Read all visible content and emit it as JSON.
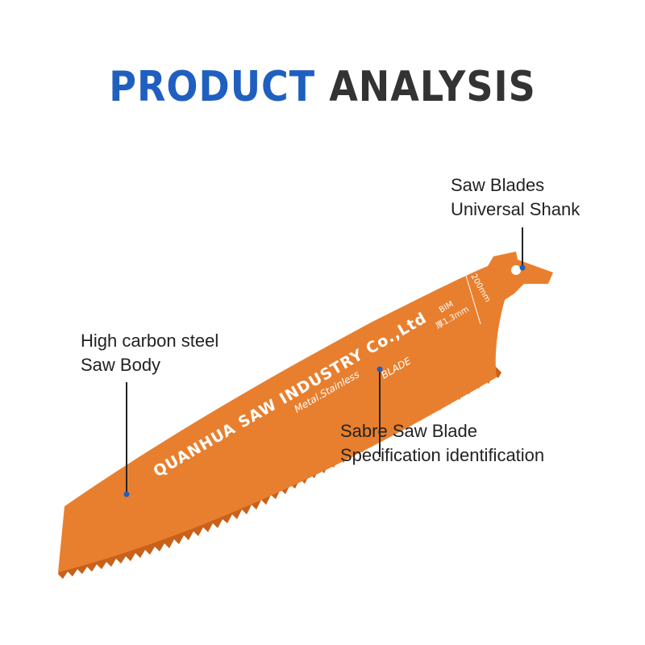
{
  "title": {
    "word1": "PRODUCT",
    "word2": "ANALYSIS"
  },
  "callouts": {
    "shank": {
      "line1": "Saw Blades",
      "line2": "Universal Shank"
    },
    "body": {
      "line1": "High carbon steel",
      "line2": "Saw Body"
    },
    "spec": {
      "line1": "Sabre Saw Blade",
      "line2": "Specification identification"
    }
  },
  "blade": {
    "brand": "QUANHUA SAW INDUSTRY Co.,Ltd",
    "application": "Metal.Stainless",
    "type": "BLADE",
    "length": "200mm",
    "material": "BIM",
    "thickness": "厚1.3mm"
  },
  "colors": {
    "title_accent": "#1f5fbf",
    "title_dark": "#333333",
    "blade": "#e87f2e",
    "blade_edge": "#c8611a",
    "callout_dot": "#1f5fbf"
  }
}
